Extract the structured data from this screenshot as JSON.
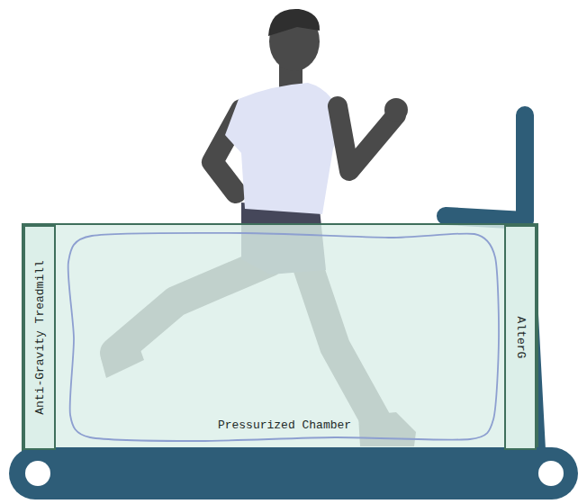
{
  "diagram": {
    "nodes": [
      {
        "text": [
          "Anti-Gravity Treadmill"
        ]
      },
      {
        "text": [
          "Pressurized Chamber"
        ]
      },
      {
        "text": [
          "AlterG"
        ]
      }
    ]
  }
}
